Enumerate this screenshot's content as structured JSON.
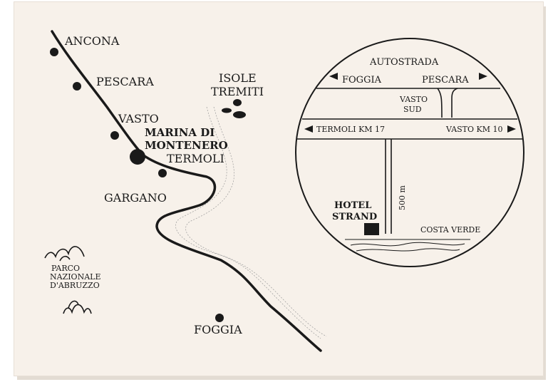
{
  "colors": {
    "paper": "#f7f1ea",
    "ink": "#1a1a1a",
    "river": "#9a9a9a"
  },
  "map": {
    "cities": {
      "ancona": "ANCONA",
      "pescara": "PESCARA",
      "vasto": "VASTO",
      "marina_line1": "MARINA DI",
      "marina_line2": "MONTENERO",
      "termoli": "TERMOLI",
      "gargano": "GARGANO",
      "foggia": "FOGGIA"
    },
    "islands_line1": "ISOLE",
    "islands_line2": "TREMITI",
    "park_line1": "PARCO",
    "park_line2": "NAZIONALE",
    "park_line3": "D'ABRUZZO",
    "icons": [
      "mountain-icon",
      "city-dot-icon",
      "island-icon",
      "hotel-icon",
      "arrow-left-icon",
      "arrow-right-icon"
    ]
  },
  "inset": {
    "autostrada": "AUTOSTRADA",
    "foggia": "FOGGIA",
    "pescara": "PESCARA",
    "exit_line1": "VASTO",
    "exit_line2": "SUD",
    "termoli": "TERMOLI KM 17",
    "vasto": "VASTO KM 10",
    "distance": "500 m",
    "hotel_line1": "HOTEL",
    "hotel_line2": "STRAND",
    "coast": "COSTA VERDE"
  }
}
